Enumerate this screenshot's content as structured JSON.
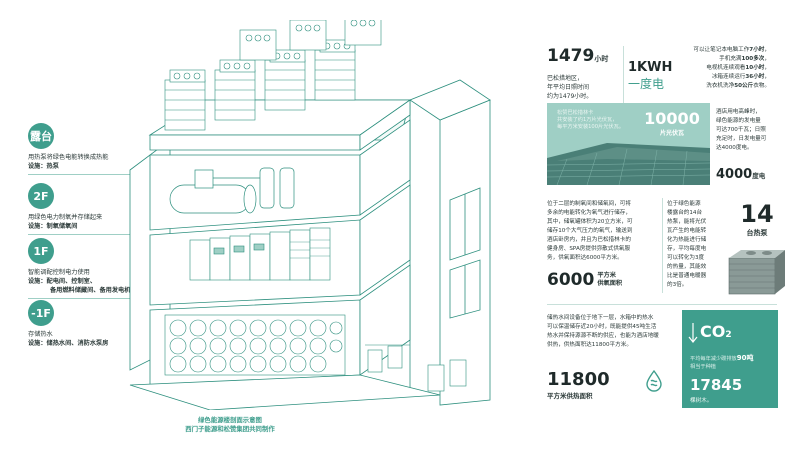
{
  "legend": [
    {
      "badge": "露台",
      "line1": "用热泵将绿色电能转换成热能",
      "line2": "设施：热泵"
    },
    {
      "badge": "2F",
      "line1": "用绿色电力制氧并存储起来",
      "line2": "设施：制氧储氧间"
    },
    {
      "badge": "1F",
      "line1": "智能调配控制电力使用",
      "line2": "设施：配电间、控制室、",
      "line3": "备用燃料储藏间、备用发电机房"
    },
    {
      "badge": "-1F",
      "line1": "存储热水",
      "line2": "设施：储热水间、消防水泵房"
    }
  ],
  "caption": {
    "line1": "绿色能源楼剖面示意图",
    "line2": "西门子能源和松赞集团共同制作"
  },
  "stat_hours": {
    "value": "1479",
    "unit": "小时",
    "desc": [
      "巴松措地区，",
      "年平均日照时间",
      "约为1479小时。"
    ]
  },
  "stat_kwh": {
    "value": "1KWH",
    "label": "一度电"
  },
  "kwh_desc": [
    {
      "pre": "可以让笔记本电脑工作",
      "bold": "7小时",
      "post": "，"
    },
    {
      "pre": "手机充满",
      "bold": "100多次",
      "post": "，"
    },
    {
      "pre": "电视机连续观看",
      "bold": "10小时",
      "post": "，"
    },
    {
      "pre": "冰箱连续运行",
      "bold": "36小时",
      "post": "，"
    },
    {
      "pre": "洗衣机洗净",
      "bold": "50公斤",
      "post": "衣物。"
    }
  ],
  "solar": {
    "overlay": [
      "松赞巴松措林卡",
      "共安装了约1万片光伏瓦，",
      "每平方米安装100片光伏瓦。"
    ],
    "value": "10000",
    "label": "片光伏瓦",
    "desc": [
      "酒店用电高峰时，",
      "绿色能源的发电量",
      "可达700千瓦；日照",
      "充足时，日发电量可",
      "达4000度电。"
    ],
    "kwh_value": "4000",
    "kwh_unit": "度电"
  },
  "oxygen": {
    "desc": [
      "位于二层的制氧间和储氧间，可将",
      "多余的电能转化为氧气进行储存，",
      "其中，储氧罐体积为20立方米，可",
      "储存10个大气压力的氧气，输送到",
      "酒店卧房内，并且为巴松措林卡的",
      "健身房、SPA房提供弥散式供氧服",
      "务，供氧面积达6000平方米。"
    ],
    "value": "6000",
    "unit1": "平方米",
    "unit2": "供氧面积"
  },
  "heatpump": {
    "desc": [
      "位于绿色能源",
      "楼露台的14台",
      "热泵，能将光伏",
      "瓦产生的电能转",
      "化为热能进行储",
      "存，平均每度电",
      "可以转化为3度",
      "的热量，其能效",
      "比是普通电暖器",
      "的3倍。"
    ],
    "value": "14",
    "label": "台热泵"
  },
  "hotwater": {
    "desc": [
      "储热水间设备位于地下一层，水箱中的热水",
      "可以保温储存近20小时，既能提供45吨生活",
      "热水并保持源源不断的供应，也能为酒店地暖",
      "供热，供热面积达11800平方米。"
    ],
    "value": "11800",
    "label": "平方米供热面积"
  },
  "co2": {
    "symbol": "CO",
    "sub": "2",
    "desc1": "平均每年减少碳排放",
    "bold": "90吨",
    "desc2": "相当于种植",
    "value": "17845",
    "label": "棵树木。"
  },
  "colors": {
    "teal": "#3f9e8d",
    "teal_light": "#9fcfc5",
    "teal_dark": "#4a7f77",
    "line": "#2d8f7e"
  }
}
